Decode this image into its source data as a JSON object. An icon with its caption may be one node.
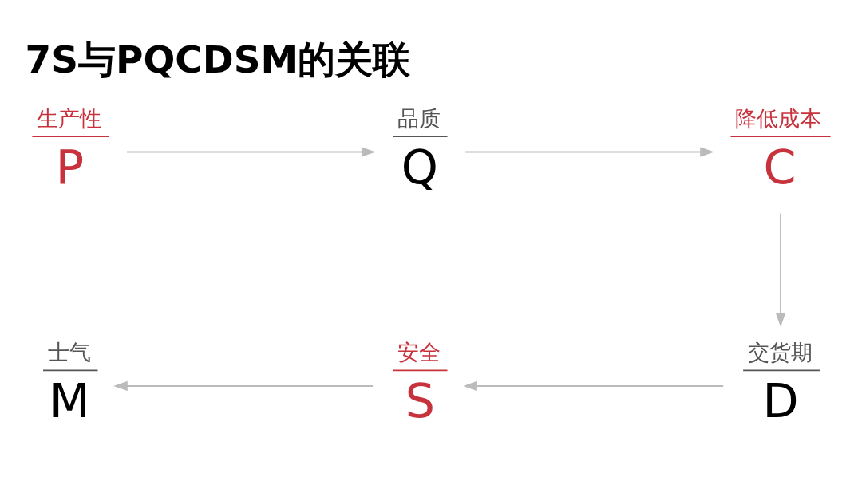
{
  "diagram": {
    "title": "7S与PQCDSM的关联",
    "nodes": [
      {
        "text": [
          "生产性",
          "P"
        ]
      },
      {
        "text": [
          "品质",
          "Q"
        ]
      },
      {
        "text": [
          "降低成本",
          "C"
        ]
      },
      {
        "text": [
          "交货期",
          "D"
        ]
      },
      {
        "text": [
          "安全",
          "S"
        ]
      },
      {
        "text": [
          "士气",
          "M"
        ]
      }
    ],
    "edges": [
      {
        "from": 0,
        "to": 1,
        "arrow": "to"
      },
      {
        "from": 1,
        "to": 2,
        "arrow": "to"
      },
      {
        "from": 2,
        "to": 3,
        "arrow": "to"
      },
      {
        "from": 3,
        "to": 4,
        "arrow": "to"
      },
      {
        "from": 4,
        "to": 5,
        "arrow": "to"
      }
    ]
  }
}
